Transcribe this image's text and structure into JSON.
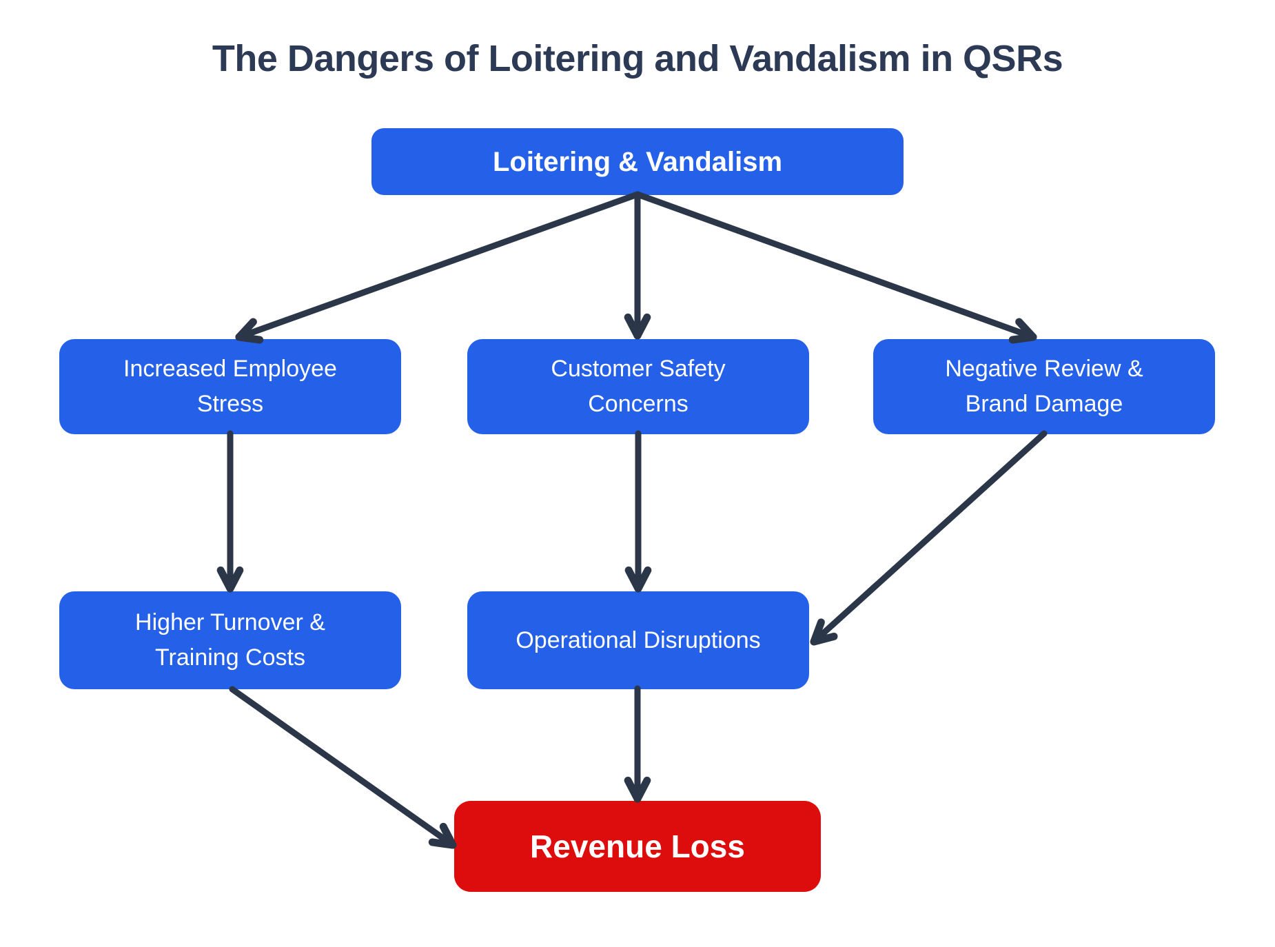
{
  "title": "The Dangers of Loitering and Vandalism in QSRs",
  "colors": {
    "background": "#ffffff",
    "box_blue": "#2560e9",
    "box_red": "#dd0d0d",
    "box_text": "#ffffff",
    "title_text": "#2d3a55",
    "arrow": "#2b3648"
  },
  "nodes": [
    {
      "id": "root",
      "label": "Loitering & Vandalism",
      "variant": "blue",
      "emphasis": "bold"
    },
    {
      "id": "stress",
      "label": "Increased Employee Stress",
      "variant": "blue",
      "emphasis": "regular"
    },
    {
      "id": "safety",
      "label": "Customer Safety Concerns",
      "variant": "blue",
      "emphasis": "regular"
    },
    {
      "id": "review",
      "label": "Negative Review & Brand Damage",
      "variant": "blue",
      "emphasis": "regular"
    },
    {
      "id": "turnover",
      "label": "Higher Turnover & Training Costs",
      "variant": "blue",
      "emphasis": "regular"
    },
    {
      "id": "disruptions",
      "label": "Operational Disruptions",
      "variant": "blue",
      "emphasis": "regular"
    },
    {
      "id": "revenue",
      "label": "Revenue Loss",
      "variant": "red",
      "emphasis": "bold"
    }
  ],
  "edges": [
    {
      "from": "root",
      "to": "stress"
    },
    {
      "from": "root",
      "to": "safety"
    },
    {
      "from": "root",
      "to": "review"
    },
    {
      "from": "stress",
      "to": "turnover"
    },
    {
      "from": "safety",
      "to": "disruptions"
    },
    {
      "from": "review",
      "to": "disruptions"
    },
    {
      "from": "turnover",
      "to": "revenue"
    },
    {
      "from": "disruptions",
      "to": "revenue"
    }
  ]
}
